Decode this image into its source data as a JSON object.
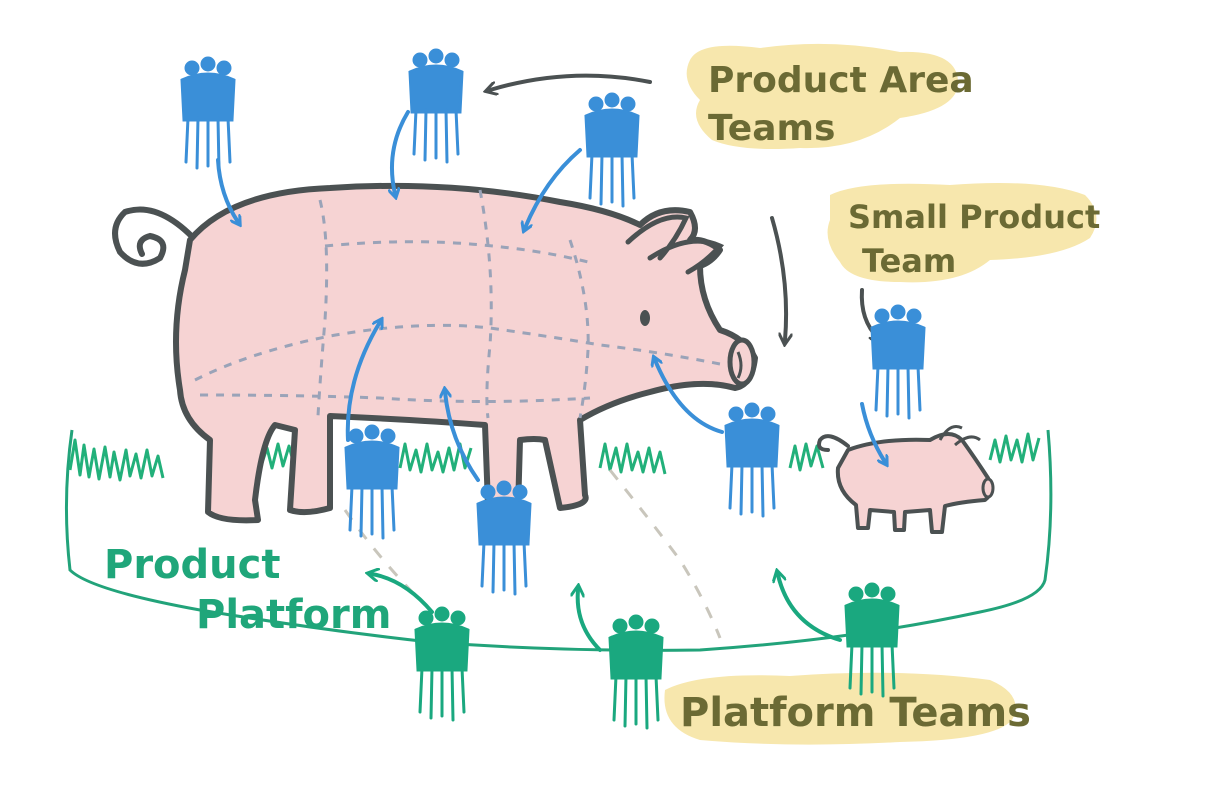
{
  "labels": {
    "product_area_teams_line1": "Product Area",
    "product_area_teams_line2": "Teams",
    "small_product_team_line1": "Small Product",
    "small_product_team_line2": "Team",
    "product_platform_line1": "Product",
    "product_platform_line2": "Platform",
    "platform_teams": "Platform Teams"
  },
  "colors": {
    "product_team": "#3a8fd8",
    "platform_team": "#1aa87f",
    "pig_fill": "#f6d3d3",
    "pig_outline": "#4b5152",
    "pointer_arrow": "#4b5152",
    "grass": "#22b07a",
    "platform_outline": "#22a37a",
    "highlight": "#f7e7ad",
    "cut_lines": "#9aa3b8"
  }
}
